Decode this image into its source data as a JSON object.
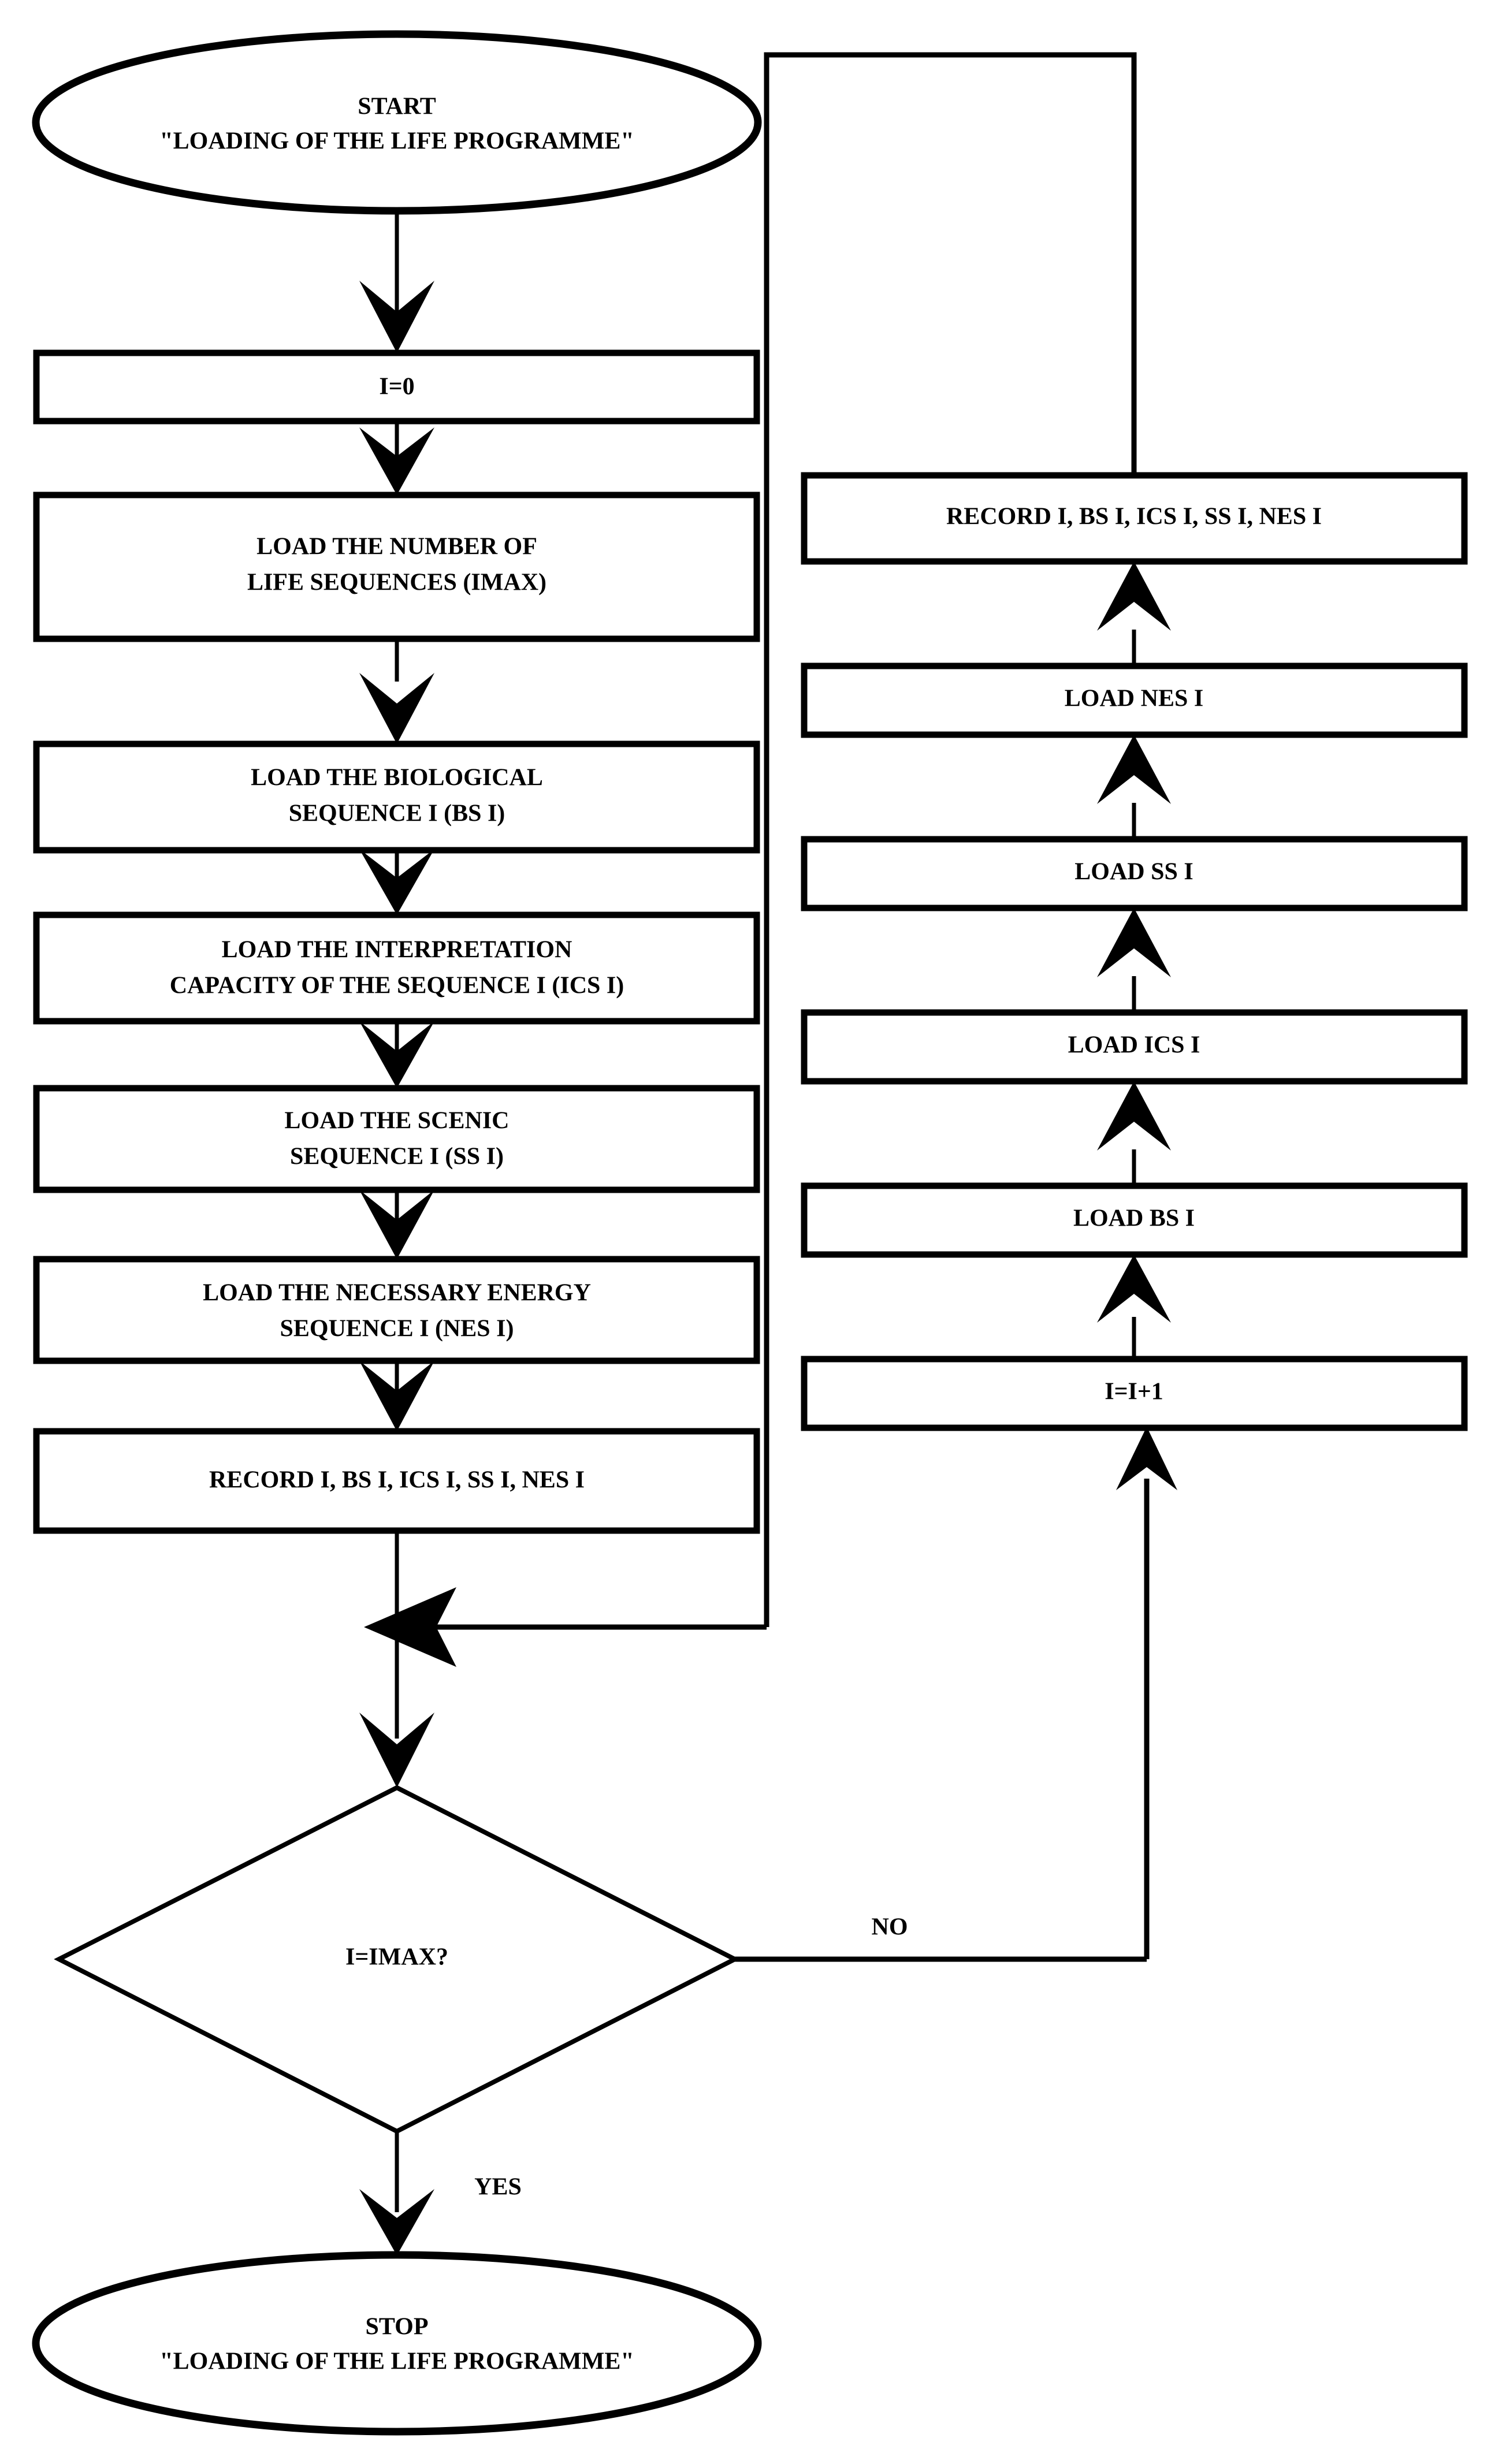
{
  "diagram": {
    "title": "Loading of the Life Programme Flowchart",
    "stroke_color": "#000000",
    "fill_color": "#ffffff",
    "background": "#ffffff"
  },
  "nodes": {
    "start": {
      "shape": "ellipse",
      "line1": "START",
      "line2": "\"LOADING OF THE LIFE PROGRAMME\""
    },
    "init": {
      "shape": "process",
      "line1": "I=0"
    },
    "load_count": {
      "shape": "process",
      "line1": "LOAD THE NUMBER OF",
      "line2": "LIFE SEQUENCES (IMAX)"
    },
    "load_bs": {
      "shape": "process",
      "line1": "LOAD THE BIOLOGICAL",
      "line2": "SEQUENCE I   (BS I)"
    },
    "load_ics": {
      "shape": "process",
      "line1": "LOAD THE INTERPRETATION",
      "line2": "CAPACITY  OF THE SEQUENCE I   (ICS I)"
    },
    "load_ss": {
      "shape": "process",
      "line1": "LOAD THE SCENIC",
      "line2": "SEQUENCE I    (SS I)"
    },
    "load_nes": {
      "shape": "process",
      "line1": "LOAD THE NECESSARY ENERGY",
      "line2": "SEQUENCE I    (NES I)"
    },
    "record_left": {
      "shape": "process",
      "line1": "RECORD I, BS I, ICS I, SS I, NES I"
    },
    "decision": {
      "shape": "decision",
      "line1": "I=IMAX?"
    },
    "stop": {
      "shape": "ellipse",
      "line1": "STOP",
      "line2": "\"LOADING OF THE LIFE PROGRAMME\""
    },
    "record_right": {
      "shape": "process",
      "line1": "RECORD  I, BS I, ICS I, SS I, NES I"
    },
    "loop_nes": {
      "shape": "process",
      "line1": "LOAD NES I"
    },
    "loop_ss": {
      "shape": "process",
      "line1": "LOAD SS I"
    },
    "loop_ics": {
      "shape": "process",
      "line1": "LOAD ICS I"
    },
    "loop_bs": {
      "shape": "process",
      "line1": "LOAD BS I"
    },
    "increment": {
      "shape": "process",
      "line1": "I=I+1"
    }
  },
  "edge_labels": {
    "no": "NO",
    "yes": "YES"
  }
}
